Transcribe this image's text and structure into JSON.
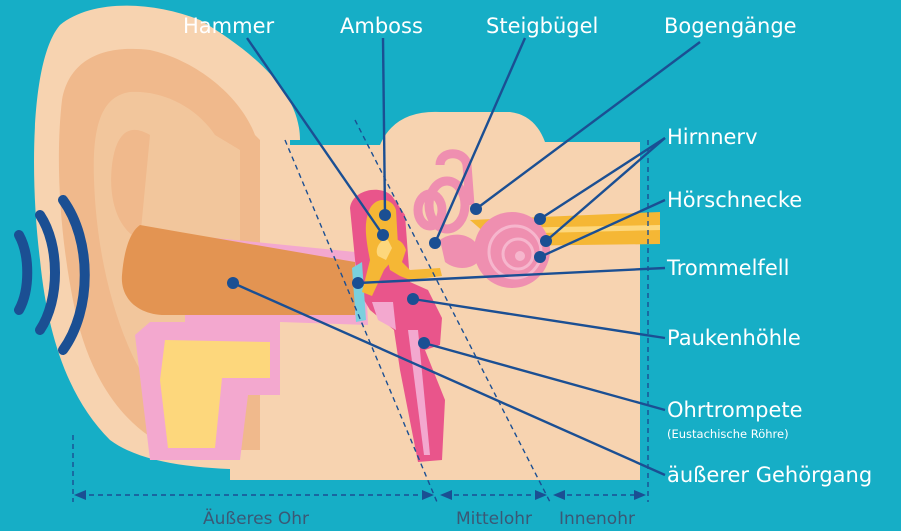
{
  "labels": {
    "hammer": "Hammer",
    "amboss": "Amboss",
    "steigbuegel": "Steigbügel",
    "bogengaenge": "Bogengänge",
    "hirnnerv": "Hirnnerv",
    "hoerschnecke": "Hörschnecke",
    "trommelfell": "Trommelfell",
    "paukenhoehle": "Paukenhöhle",
    "ohrtrompete": "Ohrtrompete",
    "ohrtrompete_sub": "(Eustachische Röhre)",
    "gehoergang": "äußerer Gehörgang"
  },
  "sections": {
    "aeusseres_ohr": "Äußeres Ohr",
    "mittelohr": "Mittelohr",
    "innenohr": "Innenohr"
  },
  "colors": {
    "background": "#16aec6",
    "skin": "#f7d3b0",
    "skin_dark": "#f0b98c",
    "ear_canal": "#e39452",
    "canal_pink": "#f3a8cf",
    "yellow": "#fdd77c",
    "ossicle": "#f5b735",
    "tube_magenta": "#e9558b",
    "cochlea": "#ef8fb0",
    "leader": "#1b4f93",
    "section_text": "#3b5875"
  },
  "icons": {
    "sound_waves": "sound-waves-icon"
  }
}
